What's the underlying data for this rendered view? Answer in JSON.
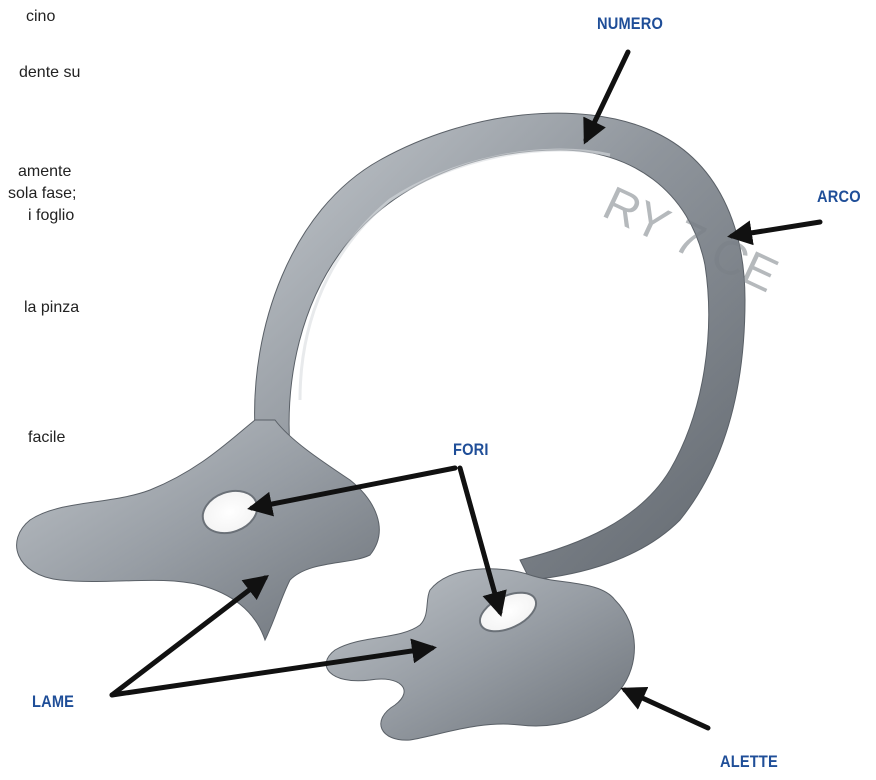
{
  "body_text": {
    "lines": [
      "cino",
      "",
      "dente su",
      "",
      "",
      "",
      "amente",
      " sola fase;",
      "i foglio",
      "",
      "",
      "",
      "",
      "la pinza",
      "",
      "",
      "",
      "",
      "facile"
    ]
  },
  "labels": {
    "numero": "NUMERO",
    "arco": "ARCO",
    "fori": "FORI",
    "lame": "LAME",
    "alette": "ALETTE"
  },
  "engraving": "RY 7 CE",
  "colors": {
    "label": "#1f4e98",
    "arrow": "#111111",
    "metal_light": "#b5bac0",
    "metal_mid": "#8c9299",
    "metal_dark": "#5f656d"
  }
}
